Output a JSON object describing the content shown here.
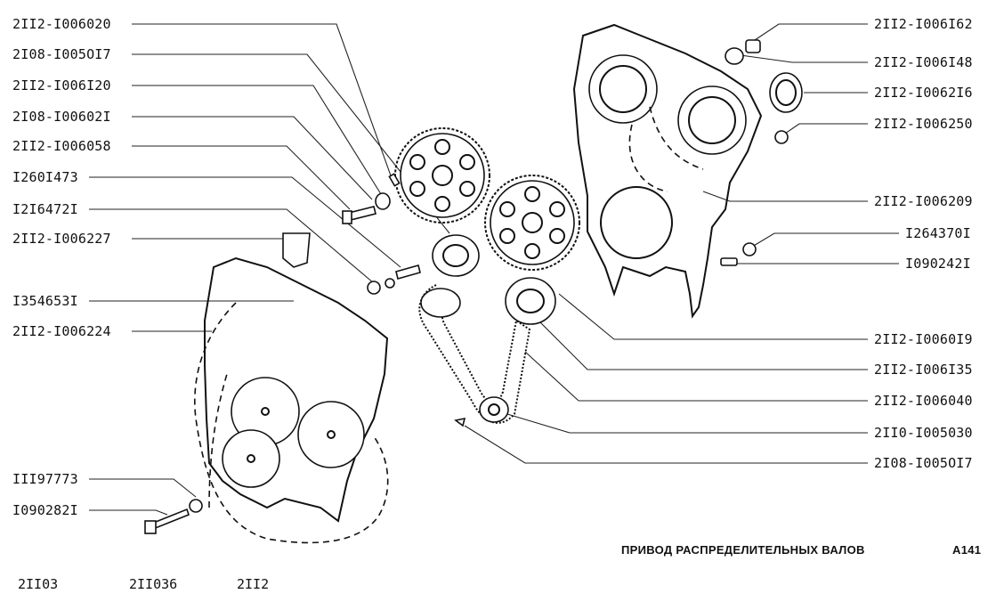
{
  "left_labels": [
    "2II2-I006020",
    "2I08-I005OI7",
    "2II2-I006I20",
    "2I08-I00602I",
    "2II2-I006058",
    "I260I473",
    "I2I6472I",
    "2II2-I006227",
    "I354653I",
    "2II2-I006224",
    "III97773",
    "I090282I"
  ],
  "right_labels": [
    "2II2-I006I62",
    "2II2-I006I48",
    "2II2-I0062I6",
    "2II2-I006250",
    "2II2-I006209",
    "I264370I",
    "I090242I",
    "2II2-I0060I9",
    "2II2-I006I35",
    "2II2-I006040",
    "2II0-I005030",
    "2I08-I005OI7"
  ],
  "title": "ПРИВОД РАСПРЕДЕЛИТЕЛЬНЫХ ВАЛОВ",
  "code": "A141",
  "models": [
    "2II03",
    "2II036",
    "2II2"
  ]
}
